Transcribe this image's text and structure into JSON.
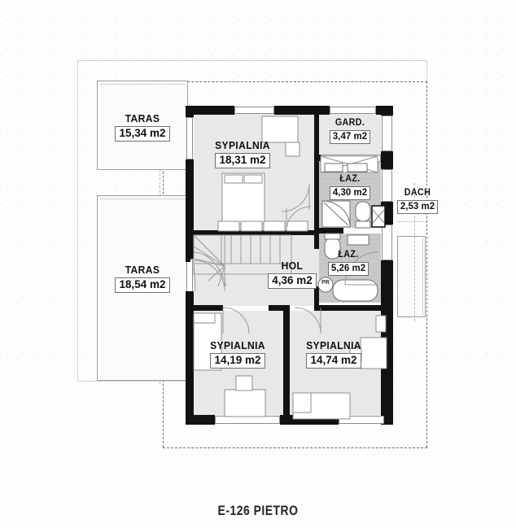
{
  "caption": "E-126 PIETRO",
  "plan": {
    "title": "E-126 PIETRO",
    "units": "m2",
    "colors": {
      "wall": "#121212",
      "room_fill": "#e8e8e8",
      "wet_room_fill": "#c9c9c9",
      "background": "#fdfdfd",
      "outline": "#6e6e6e"
    },
    "rooms": [
      {
        "id": "taras-top",
        "name": "TARAS",
        "area": "15,34 m2",
        "type": "terrace"
      },
      {
        "id": "taras-bottom",
        "name": "TARAS",
        "area": "18,54 m2",
        "type": "terrace"
      },
      {
        "id": "sypialnia-1",
        "name": "SYPIALNIA",
        "area": "18,31 m2",
        "type": "bedroom"
      },
      {
        "id": "gard",
        "name": "GARD.",
        "area": "3,47 m2",
        "type": "wardrobe"
      },
      {
        "id": "laz-1",
        "name": "ŁAZ.",
        "area": "4,30 m2",
        "type": "bathroom"
      },
      {
        "id": "laz-2",
        "name": "ŁAZ.",
        "area": "5,26 m2",
        "type": "bathroom"
      },
      {
        "id": "dach",
        "name": "DACH",
        "area": "2,53 m2",
        "type": "roof"
      },
      {
        "id": "hol",
        "name": "HOL",
        "area": "4,36 m2",
        "type": "hall"
      },
      {
        "id": "sypialnia-2",
        "name": "SYPIALNIA",
        "area": "14,19 m2",
        "type": "bedroom"
      },
      {
        "id": "sypialnia-3",
        "name": "SYPIALNIA",
        "area": "14,74 m2",
        "type": "bedroom"
      }
    ],
    "fixtures": [
      {
        "id": "pr-marker",
        "label": "PR",
        "room": "laz-2"
      }
    ]
  }
}
